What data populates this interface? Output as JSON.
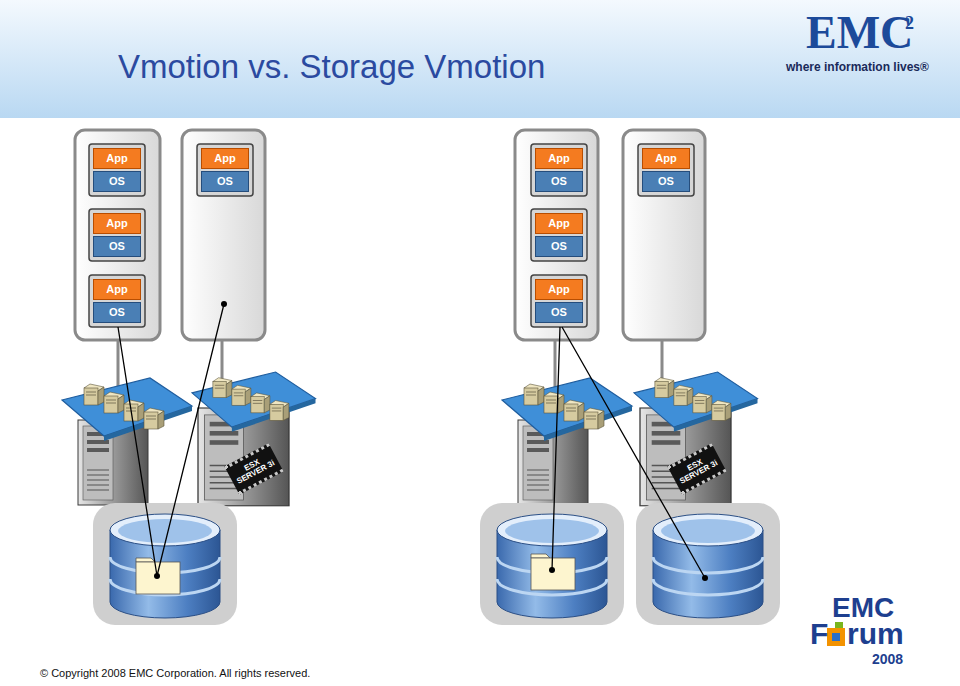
{
  "diagram": {
    "title": "Vmotion vs. Storage Vmotion",
    "nodes": [
      {
        "text": [
          "App"
        ]
      },
      {
        "text": [
          "OS"
        ]
      },
      {
        "text": [
          "App"
        ]
      },
      {
        "text": [
          "OS"
        ]
      },
      {
        "text": [
          "App"
        ]
      },
      {
        "text": [
          "OS"
        ]
      },
      {
        "text": [
          "App"
        ]
      },
      {
        "text": [
          "OS"
        ]
      },
      {
        "text": [
          "App"
        ]
      },
      {
        "text": [
          "OS"
        ]
      },
      {
        "text": [
          "App"
        ]
      },
      {
        "text": [
          "OS"
        ]
      },
      {
        "text": [
          "App"
        ]
      },
      {
        "text": [
          "OS"
        ]
      },
      {
        "text": [
          "App"
        ]
      },
      {
        "text": [
          "OS"
        ]
      },
      {
        "text": [
          "ESX SERVER 3i"
        ]
      },
      {
        "text": [
          "ESX SERVER 3i"
        ]
      }
    ],
    "labels": [
      "EMC",
      "2",
      "where information lives®",
      "© Copyright 2008 EMC Corporation. All rights reserved.",
      "EMC",
      "F",
      "rum",
      "2008"
    ]
  }
}
